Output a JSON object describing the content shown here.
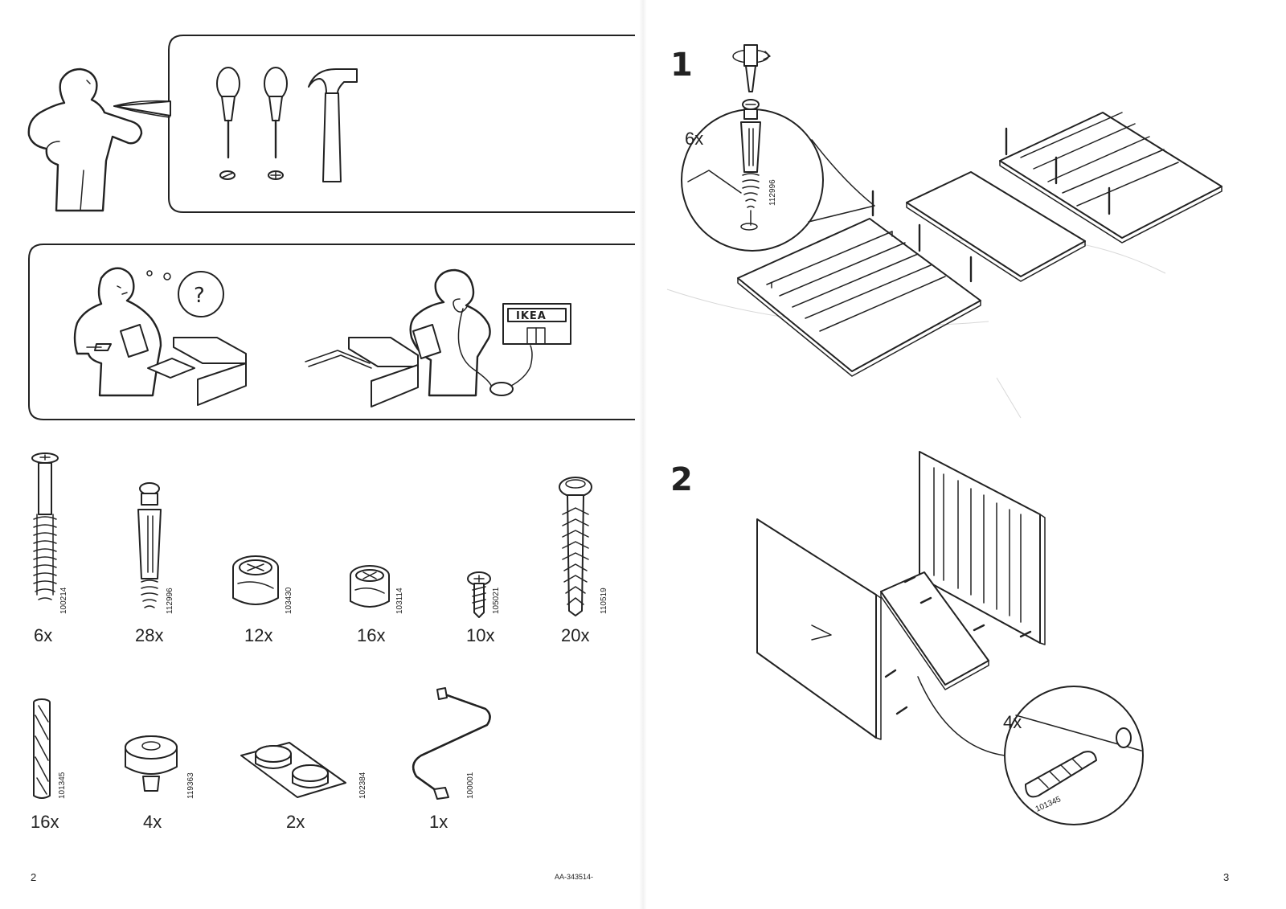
{
  "footer": {
    "left_page_number": "2",
    "document_id": "AA-343514-",
    "right_page_number": "3"
  },
  "panels": {
    "store_sign": "IKEA",
    "question_mark": "?"
  },
  "parts": [
    {
      "qty": "6x",
      "article": "100214",
      "icon": "cam-bolt-icon"
    },
    {
      "qty": "28x",
      "article": "112996",
      "icon": "expansion-dowel-icon"
    },
    {
      "qty": "12x",
      "article": "103430",
      "icon": "cam-lock-icon"
    },
    {
      "qty": "16x",
      "article": "103114",
      "icon": "small-cam-lock-icon"
    },
    {
      "qty": "10x",
      "article": "105021",
      "icon": "short-screw-icon"
    },
    {
      "qty": "20x",
      "article": "110519",
      "icon": "plastic-anchor-icon"
    },
    {
      "qty": "16x",
      "article": "101345",
      "icon": "wooden-dowel-icon"
    },
    {
      "qty": "4x",
      "article": "119363",
      "icon": "furniture-foot-icon"
    },
    {
      "qty": "2x",
      "article": "102384",
      "icon": "bumper-pads-icon"
    },
    {
      "qty": "1x",
      "article": "100001",
      "icon": "allen-key-icon"
    }
  ],
  "steps": [
    {
      "number": "1",
      "qty": "6x",
      "article": "112996"
    },
    {
      "number": "2",
      "qty": "4x",
      "article": "101345"
    }
  ]
}
